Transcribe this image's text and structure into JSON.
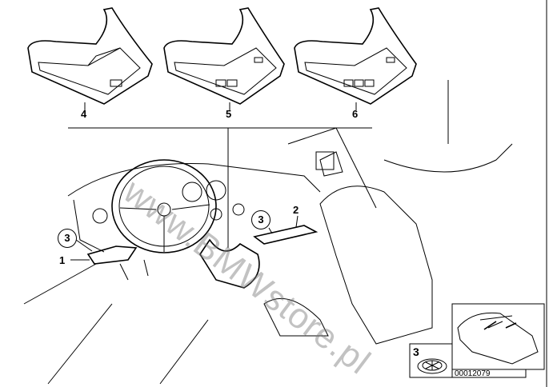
{
  "diagram": {
    "callouts": {
      "part4": "4",
      "part5": "5",
      "part6": "6",
      "part1": "1",
      "part2": "2",
      "part3_left": "3",
      "part3_right": "3",
      "part3_inset": "3"
    },
    "drawing_number": "00012079",
    "watermark": "www.BMWstore.pl"
  }
}
